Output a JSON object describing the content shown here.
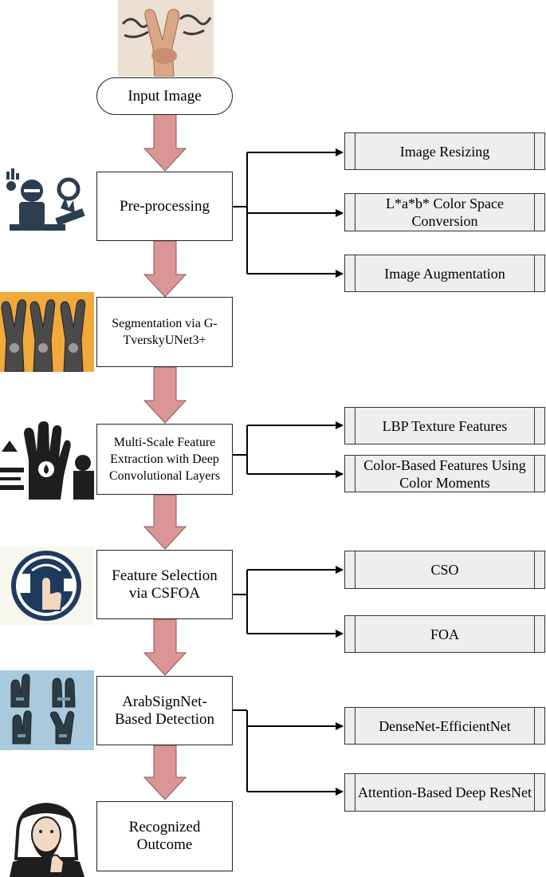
{
  "nodes": {
    "input": "Input Image",
    "preprocessing": "Pre-processing",
    "segmentation": "Segmentation via G-TverskyUNet3+",
    "feature_extraction": "Multi-Scale Feature Extraction with Deep Convolutional Layers",
    "feature_selection": "Feature Selection via CSFOA",
    "detection": "ArabSignNet-Based Detection",
    "outcome": "Recognized Outcome"
  },
  "branches": {
    "preprocessing": [
      "Image Resizing",
      "L*a*b* Color Space Conversion",
      "Image Augmentation"
    ],
    "feature_extraction": [
      "LBP Texture Features",
      "Color-Based Features Using Color Moments"
    ],
    "feature_selection": [
      "CSO",
      "FOA"
    ],
    "detection": [
      "DenseNet-EfficientNet",
      "Attention-Based Deep ResNet"
    ]
  },
  "images": {
    "input": "hand-victory-sign-arabic-calligraphy",
    "preprocessing": "sign-language-collage-illustration",
    "segmentation": "robotic-victory-hands-orange",
    "feature_extraction": "hand-with-patterns-illustration",
    "feature_selection": "hand-pressing-badge-icon",
    "detection": "circuit-hand-signs-blue",
    "outcome": "bearded-man-signing-illustration"
  },
  "colors": {
    "arrow_fill": "#d99694",
    "arrow_stroke": "#8f5654",
    "branch_box_fill": "#eeeeee",
    "line": "#000000"
  }
}
